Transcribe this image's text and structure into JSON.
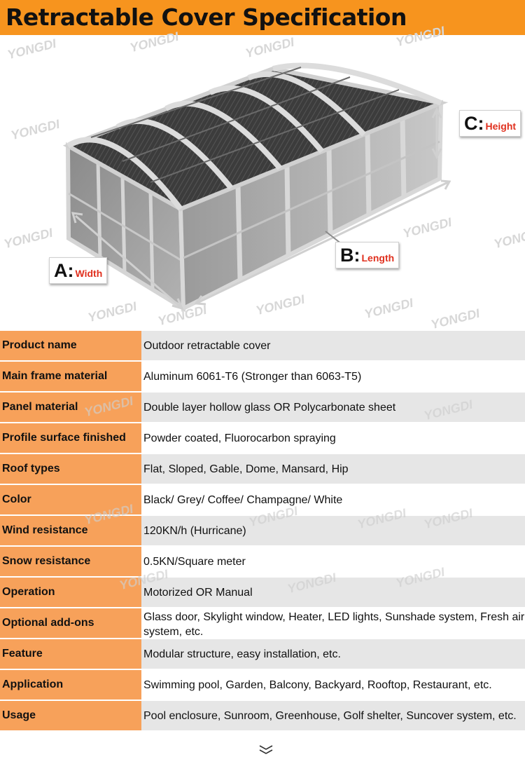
{
  "header": {
    "title": "Retractable Cover Specification"
  },
  "watermark_text": "YONGDI",
  "illustration": {
    "labels": {
      "width": {
        "letter": "A:",
        "text": "Width"
      },
      "length": {
        "letter": "B:",
        "text": "Length"
      },
      "height": {
        "letter": "C:",
        "text": "Height"
      }
    }
  },
  "specs": [
    {
      "label": "Product name",
      "value": "Outdoor retractable cover"
    },
    {
      "label": "Main frame material",
      "value": "Aluminum 6061-T6 (Stronger than 6063-T5)"
    },
    {
      "label": "Panel material",
      "value": "Double layer hollow glass OR Polycarbonate sheet"
    },
    {
      "label": "Profile surface finished",
      "value": "Powder coated, Fluorocarbon spraying"
    },
    {
      "label": "Roof types",
      "value": "Flat, Sloped, Gable, Dome, Mansard, Hip"
    },
    {
      "label": "Color",
      "value": "Black/ Grey/ Coffee/ Champagne/ White"
    },
    {
      "label": "Wind resistance",
      "value": "120KN/h (Hurricane)"
    },
    {
      "label": "Snow resistance",
      "value": "0.5KN/Square meter"
    },
    {
      "label": "Operation",
      "value": "Motorized OR Manual"
    },
    {
      "label": "Optional add-ons",
      "value": "Glass door, Skylight window, Heater, LED lights, Sunshade system, Fresh air system, etc."
    },
    {
      "label": "Feature",
      "value": "Modular structure, easy installation, etc."
    },
    {
      "label": "Application",
      "value": "Swimming pool, Garden, Balcony, Backyard, Rooftop, Restaurant, etc."
    },
    {
      "label": "Usage",
      "value": "Pool enclosure, Sunroom, Greenhouse, Golf shelter, Suncover system, etc."
    }
  ],
  "colors": {
    "header_orange": "#f7941e",
    "label_orange": "#f7a15a",
    "value_grey": "#e6e6e6",
    "dimension_red": "#e0301e"
  }
}
